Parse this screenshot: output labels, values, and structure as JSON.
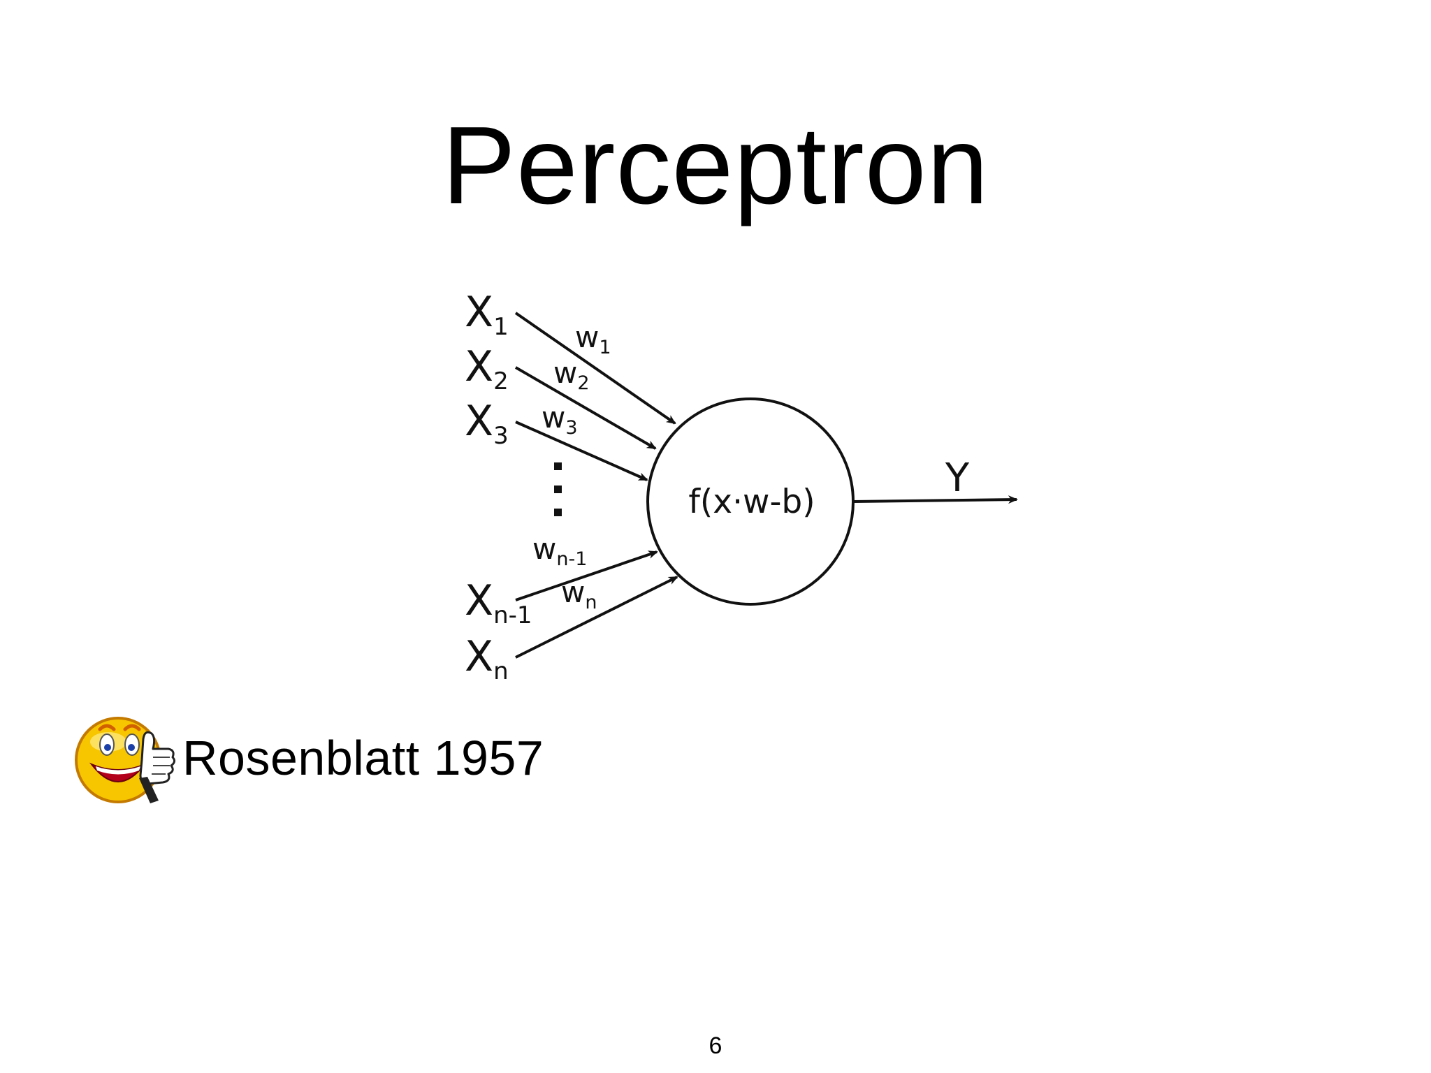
{
  "slide": {
    "title": "Perceptron",
    "number": "6"
  },
  "diagram": {
    "inputs": [
      {
        "base": "X",
        "sub": "1"
      },
      {
        "base": "X",
        "sub": "2"
      },
      {
        "base": "X",
        "sub": "3"
      },
      {
        "base": "X",
        "sub": "n-1"
      },
      {
        "base": "X",
        "sub": "n"
      }
    ],
    "weights": [
      {
        "base": "w",
        "sub": "1"
      },
      {
        "base": "w",
        "sub": "2"
      },
      {
        "base": "w",
        "sub": "3"
      },
      {
        "base": "w",
        "sub": "n-1"
      },
      {
        "base": "w",
        "sub": "n"
      }
    ],
    "node_label": "f(x·w-b)",
    "output_label": "Y"
  },
  "credit": {
    "text": "Rosenblatt 1957",
    "icon": "smiley-thumbs-up-icon"
  },
  "colors": {
    "background": "#ffffff",
    "ink": "#000000",
    "smiley_face": "#f5c400",
    "smiley_outline": "#c47a00"
  }
}
